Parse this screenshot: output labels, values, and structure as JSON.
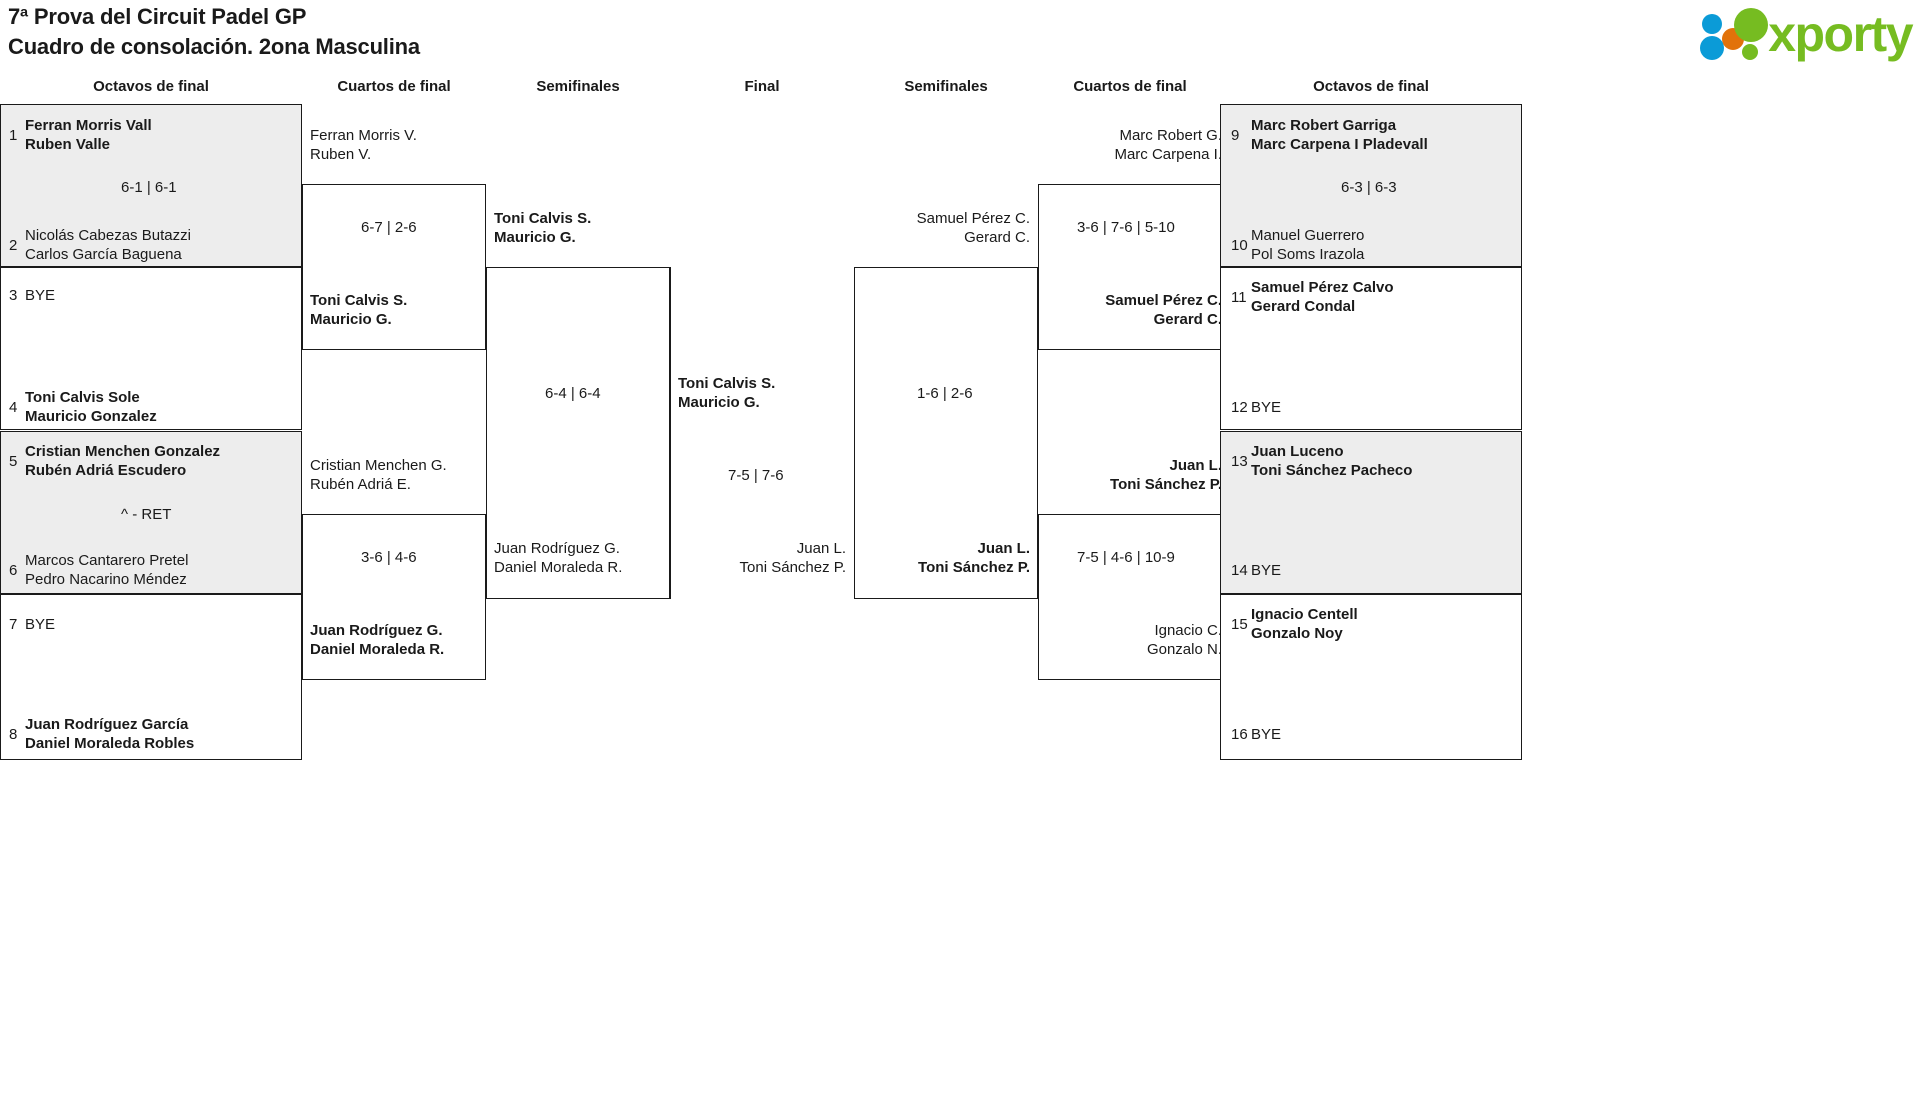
{
  "header": {
    "title_line1": "7ª Prova del Circuit Padel GP",
    "title_line2": "Cuadro de consolación. 2ona Masculina",
    "logo_text": "xporty",
    "logo_colors": {
      "green": "#76bc21",
      "blue": "#0b9bd7",
      "orange": "#e2720a"
    }
  },
  "round_headers": {
    "left_octavos": "Octavos de final",
    "left_cuartos": "Cuartos de final",
    "left_semis": "Semifinales",
    "final": "Final",
    "right_semis": "Semifinales",
    "right_cuartos": "Cuartos de final",
    "right_octavos": "Octavos de final"
  },
  "left_octavos": [
    {
      "seed": "1",
      "line1": "Ferran Morris Vall",
      "line2": "Ruben Valle",
      "winner": true,
      "shaded": true
    },
    {
      "seed": "2",
      "line1": "Nicolás Cabezas Butazzi",
      "line2": "Carlos García Baguena",
      "winner": false,
      "shaded": true
    },
    {
      "seed": "3",
      "line1": "BYE",
      "line2": "",
      "winner": false,
      "shaded": false
    },
    {
      "seed": "4",
      "line1": "Toni Calvis Sole",
      "line2": "Mauricio Gonzalez",
      "winner": true,
      "shaded": false
    },
    {
      "seed": "5",
      "line1": "Cristian Menchen Gonzalez",
      "line2": "Rubén Adriá Escudero",
      "winner": true,
      "shaded": true
    },
    {
      "seed": "6",
      "line1": "Marcos Cantarero Pretel",
      "line2": "Pedro Nacarino Méndez",
      "winner": false,
      "shaded": true
    },
    {
      "seed": "7",
      "line1": "BYE",
      "line2": "",
      "winner": false,
      "shaded": false
    },
    {
      "seed": "8",
      "line1": "Juan Rodríguez García",
      "line2": "Daniel Moraleda Robles",
      "winner": true,
      "shaded": false
    }
  ],
  "left_octavos_scores": [
    {
      "value": "6-1 | 6-1"
    },
    {
      "value": ""
    },
    {
      "value": "^ - RET"
    },
    {
      "value": ""
    }
  ],
  "left_cuartos": [
    {
      "line1": "Ferran Morris V.",
      "line2": "Ruben V.",
      "winner": false
    },
    {
      "line1": "Toni Calvis S.",
      "line2": "Mauricio G.",
      "winner": true
    },
    {
      "line1": "Cristian Menchen G.",
      "line2": "Rubén Adriá E.",
      "winner": false
    },
    {
      "line1": "Juan Rodríguez G.",
      "line2": "Daniel Moraleda R.",
      "winner": true
    }
  ],
  "left_cuartos_scores": [
    {
      "value": "6-7 | 2-6"
    },
    {
      "value": "3-6 | 4-6"
    }
  ],
  "left_semis": [
    {
      "line1": "Toni Calvis S.",
      "line2": "Mauricio G.",
      "winner": true
    },
    {
      "line1": "Juan Rodríguez G.",
      "line2": "Daniel Moraleda R.",
      "winner": false
    }
  ],
  "left_semis_scores": [
    {
      "value": "6-4 | 6-4"
    }
  ],
  "final": {
    "left_team": {
      "line1": "Toni Calvis S.",
      "line2": "Mauricio G.",
      "winner": true
    },
    "right_team": {
      "line1": "Juan L.",
      "line2": "Toni Sánchez P.",
      "winner": false
    },
    "score": "7-5 | 7-6"
  },
  "right_semis": [
    {
      "line1": "Samuel Pérez C.",
      "line2": "Gerard C.",
      "winner": false
    },
    {
      "line1": "Juan L.",
      "line2": "Toni Sánchez P.",
      "winner": true
    }
  ],
  "right_semis_scores": [
    {
      "value": "1-6 | 2-6"
    }
  ],
  "right_cuartos": [
    {
      "line1": "Marc Robert G.",
      "line2": "Marc Carpena I.",
      "winner": false
    },
    {
      "line1": "Samuel Pérez C.",
      "line2": "Gerard C.",
      "winner": true
    },
    {
      "line1": "Juan L.",
      "line2": "Toni Sánchez P.",
      "winner": true
    },
    {
      "line1": "Ignacio C.",
      "line2": "Gonzalo N.",
      "winner": false
    }
  ],
  "right_cuartos_scores": [
    {
      "value": "3-6 | 7-6 | 5-10"
    },
    {
      "value": "7-5 | 4-6 | 10-9"
    }
  ],
  "right_octavos": [
    {
      "seed": "9",
      "line1": "Marc Robert Garriga",
      "line2": "Marc Carpena I Pladevall",
      "winner": true,
      "shaded": true
    },
    {
      "seed": "10",
      "line1": "Manuel Guerrero",
      "line2": "Pol Soms Irazola",
      "winner": false,
      "shaded": true
    },
    {
      "seed": "11",
      "line1": "Samuel Pérez Calvo",
      "line2": "Gerard Condal",
      "winner": true,
      "shaded": false
    },
    {
      "seed": "12",
      "line1": "BYE",
      "line2": "",
      "winner": false,
      "shaded": false
    },
    {
      "seed": "13",
      "line1": "Juan Luceno",
      "line2": "Toni Sánchez Pacheco",
      "winner": true,
      "shaded": true
    },
    {
      "seed": "14",
      "line1": "BYE",
      "line2": "",
      "winner": false,
      "shaded": true
    },
    {
      "seed": "15",
      "line1": "Ignacio Centell",
      "line2": "Gonzalo Noy",
      "winner": true,
      "shaded": false
    },
    {
      "seed": "16",
      "line1": "BYE",
      "line2": "",
      "winner": false,
      "shaded": false
    }
  ],
  "right_octavos_scores": [
    {
      "value": "6-3 | 6-3"
    },
    {
      "value": ""
    },
    {
      "value": ""
    },
    {
      "value": ""
    }
  ]
}
